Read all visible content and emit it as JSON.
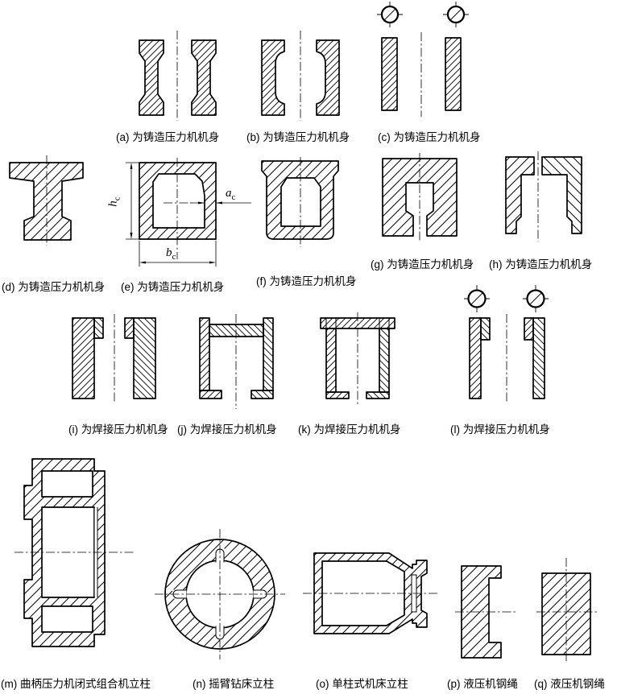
{
  "colors": {
    "line": "#000000",
    "background": "#ffffff"
  },
  "captions": {
    "a": "(a) 为铸造压力机机身",
    "b": "(b) 为铸造压力机机身",
    "c": "(c) 为铸造压力机机身",
    "d": "(d) 为铸造压力机机身",
    "e": "(e) 为铸造压力机机身",
    "f": "(f) 为铸造压力机机身",
    "g": "(g) 为铸造压力机机身",
    "h": "(h) 为铸造压力机机身",
    "i": "(i) 为焊接压力机机身",
    "j": "(j) 为焊接压力机机身",
    "k": "(k) 为焊接压力机机身",
    "l": "(l) 为焊接压力机机身",
    "m": "(m) 曲柄压力机闭式组合机立柱",
    "n": "(n) 摇臂钻床立柱",
    "o": "(o) 单柱式机床立柱",
    "p": "(p) 液压机钢绳",
    "q": "(q) 液压机钢绳"
  },
  "dimension_labels": {
    "height": {
      "main": "h",
      "sub": "c"
    },
    "width": {
      "main": "b",
      "sub": "c"
    },
    "thickness": {
      "main": "a",
      "sub": "c"
    }
  }
}
